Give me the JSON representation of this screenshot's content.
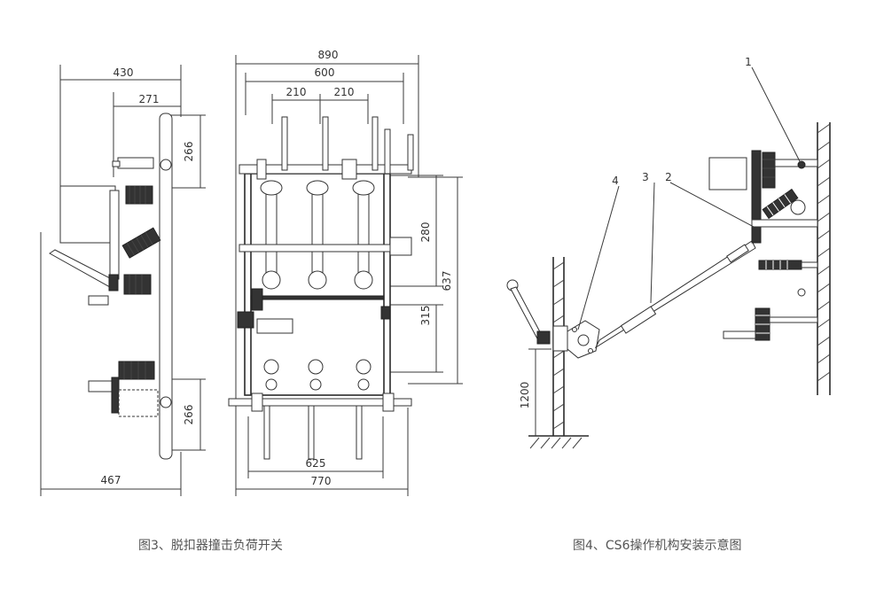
{
  "figure3": {
    "caption": "图3、脱扣器撞击负荷开关",
    "dims": {
      "d430": "430",
      "d271": "271",
      "d266a": "266",
      "d266b": "266",
      "d467": "467",
      "d890": "890",
      "d600": "600",
      "d210a": "210",
      "d210b": "210",
      "d280": "280",
      "d637": "637",
      "d315": "315",
      "d625": "625",
      "d770": "770"
    }
  },
  "figure4": {
    "caption": "图4、CS6操作机构安装示意图",
    "labels": {
      "l1": "1",
      "l2": "2",
      "l3": "3",
      "l4": "4"
    },
    "dims": {
      "d1200": "1200"
    }
  }
}
